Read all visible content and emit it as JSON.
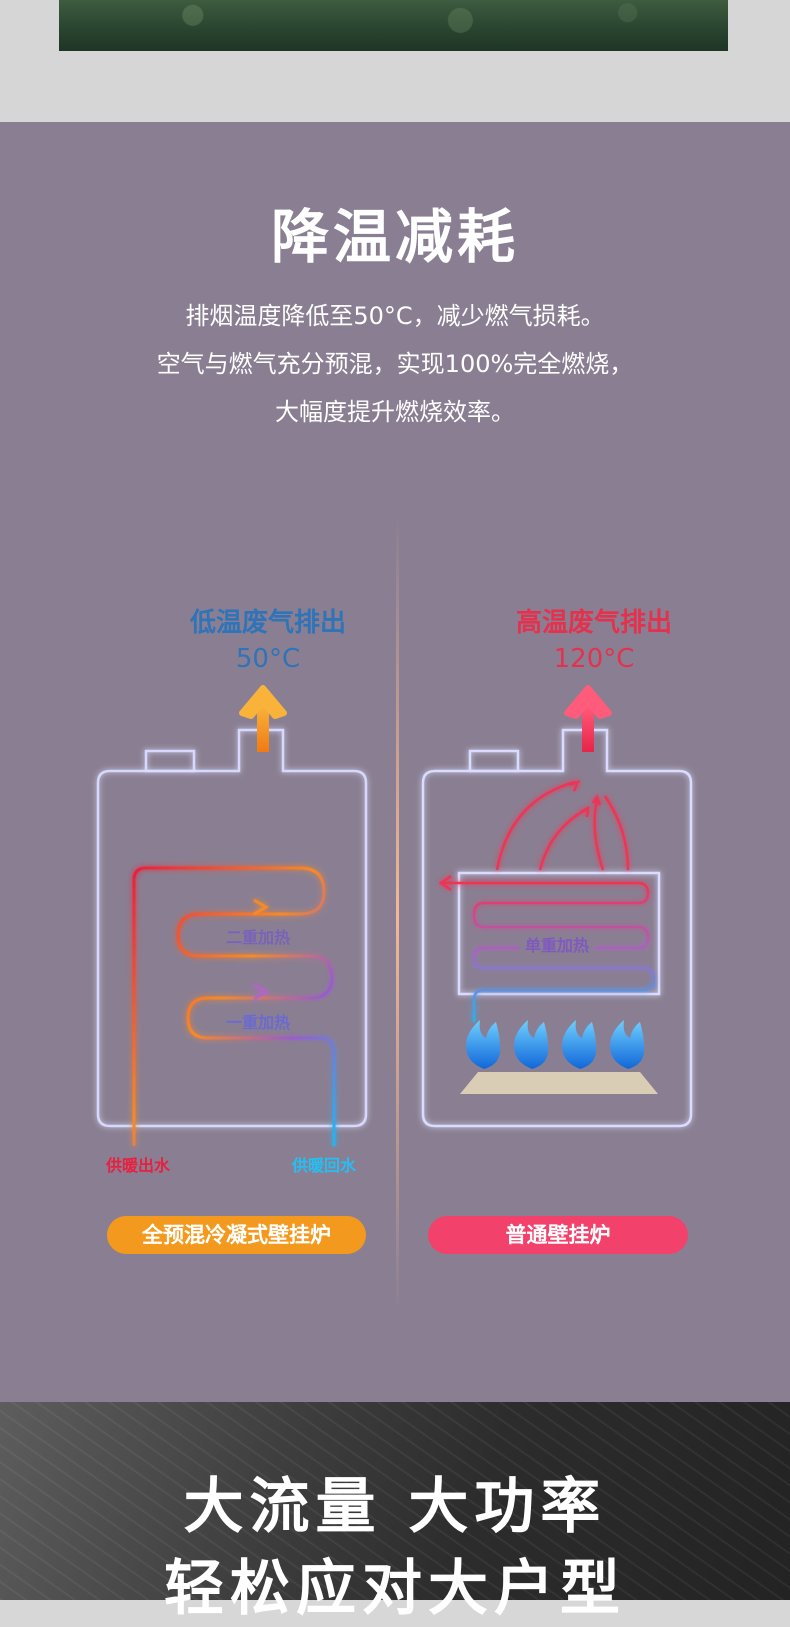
{
  "section": {
    "title": "降温减耗",
    "desc_lines": [
      "排烟温度降低至50°C，减少燃气损耗。",
      "空气与燃气充分预混，实现100%完全燃烧，",
      "大幅度提升燃烧效率。"
    ]
  },
  "left": {
    "exhaust_label": "低温废气排出",
    "exhaust_temp": "50°C",
    "stage2": "二重加热",
    "stage1": "一重加热",
    "outlet": "供暖出水",
    "return": "供暖回水",
    "name": "全预混冷凝式壁挂炉"
  },
  "right": {
    "exhaust_label": "高温废气排出",
    "exhaust_temp": "120°C",
    "stage": "单重加热",
    "name": "普通壁挂炉"
  },
  "bottom": {
    "line1": "大流量  大功率",
    "line2": "轻松应对大户型"
  },
  "colors": {
    "panel_bg": "#8a7f92",
    "left_accent": "#f39a1e",
    "right_accent": "#f2416a",
    "left_label": "#2f73b8",
    "right_label": "#e4324e"
  }
}
